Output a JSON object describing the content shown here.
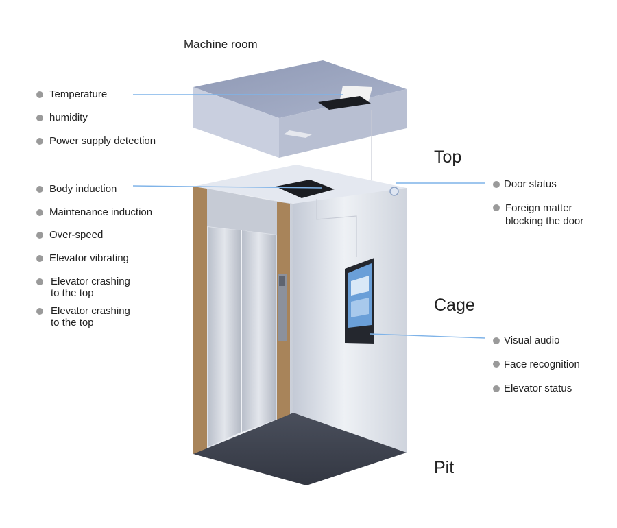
{
  "title": "Machine room",
  "sections": {
    "top": "Top",
    "cage": "Cage",
    "pit": "Pit"
  },
  "left_groups": {
    "machine_room": [
      "Temperature",
      "humidity",
      "Power supply detection"
    ],
    "top_sensor": [
      "Body induction",
      "Maintenance induction",
      "Over-speed",
      "Elevator vibrating",
      "Elevator crashing\nto the top",
      "Elevator crashing\nto the top"
    ]
  },
  "right_groups": {
    "camera": [
      "Door status",
      "Foreign matter\nblocking the door"
    ],
    "screen": [
      "Visual audio",
      "Face recognition",
      "Elevator status"
    ]
  },
  "colors": {
    "connector": "#7fb3e8",
    "bullet": "#9a9a9a",
    "door_frame": "#a8845a",
    "floor": "#3d4250"
  }
}
